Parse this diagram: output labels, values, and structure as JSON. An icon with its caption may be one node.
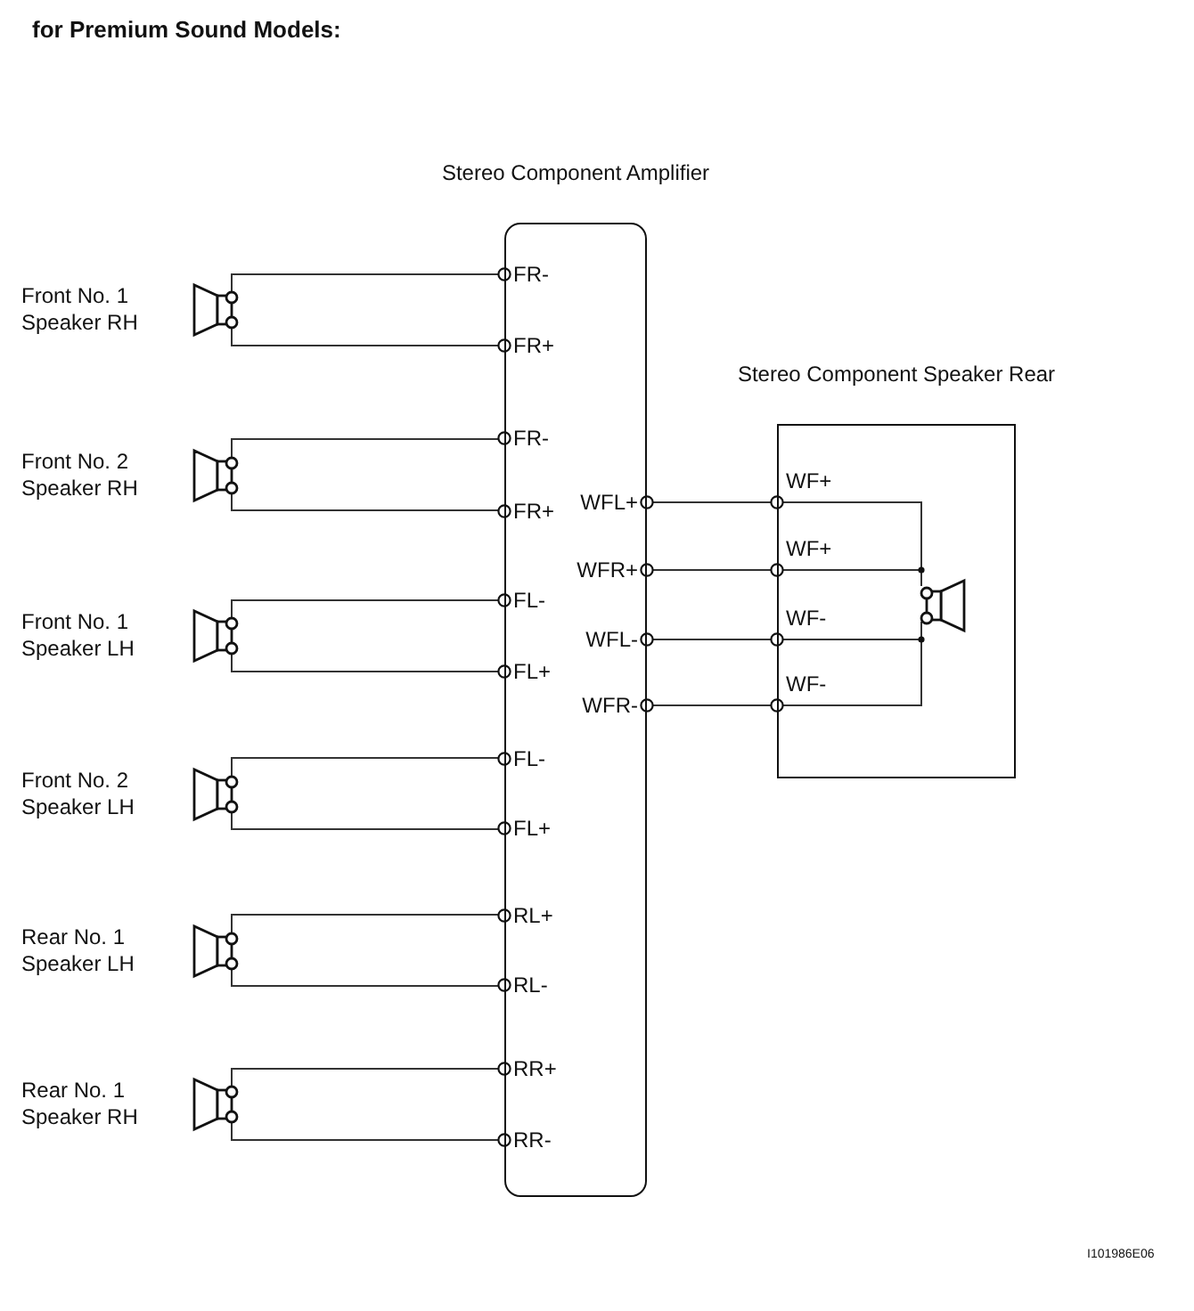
{
  "diagram": {
    "title": "for Premium Sound Models:",
    "nodes": [
      {
        "text": [
          "Stereo Component Amplifier"
        ]
      },
      {
        "text": [
          "Front No. 1 Speaker RH"
        ]
      },
      {
        "text": [
          "Front No. 2 Speaker RH"
        ]
      },
      {
        "text": [
          "Front No. 1 Speaker LH"
        ]
      },
      {
        "text": [
          "Front No. 2 Speaker LH"
        ]
      },
      {
        "text": [
          "Rear No. 1 Speaker LH"
        ]
      },
      {
        "text": [
          "Rear No. 1 Speaker RH"
        ]
      },
      {
        "text": [
          "Stereo Component Speaker Rear"
        ]
      },
      {
        "text": [],
        "shape": "speaker",
        "in": 7
      }
    ],
    "edges": [
      {
        "from": 1,
        "to": 0,
        "arrow": "none"
      },
      {
        "from": 1,
        "to": 0,
        "arrow": "none"
      },
      {
        "from": 2,
        "to": 0,
        "arrow": "none"
      },
      {
        "from": 2,
        "to": 0,
        "arrow": "none"
      },
      {
        "from": 3,
        "to": 0,
        "arrow": "none"
      },
      {
        "from": 3,
        "to": 0,
        "arrow": "none"
      },
      {
        "from": 4,
        "to": 0,
        "arrow": "none"
      },
      {
        "from": 4,
        "to": 0,
        "arrow": "none"
      },
      {
        "from": 5,
        "to": 0,
        "arrow": "none"
      },
      {
        "from": 5,
        "to": 0,
        "arrow": "none"
      },
      {
        "from": 6,
        "to": 0,
        "arrow": "none"
      },
      {
        "from": 6,
        "to": 0,
        "arrow": "none"
      },
      {
        "from": 0,
        "to": 8,
        "arrow": "none"
      },
      {
        "from": 0,
        "to": 8,
        "arrow": "none"
      },
      {
        "from": 0,
        "to": 8,
        "arrow": "none"
      },
      {
        "from": 0,
        "to": 8,
        "arrow": "none"
      }
    ],
    "labels": [
      "FR-",
      "FR+",
      "FR-",
      "FR+",
      "FL-",
      "FL+",
      "FL-",
      "FL+",
      "RL+",
      "RL-",
      "RR+",
      "RR-",
      "WFL+",
      "WFR+",
      "WFL-",
      "WFR-",
      "WF+",
      "WF+",
      "WF-",
      "WF-",
      "I101986E06"
    ]
  }
}
